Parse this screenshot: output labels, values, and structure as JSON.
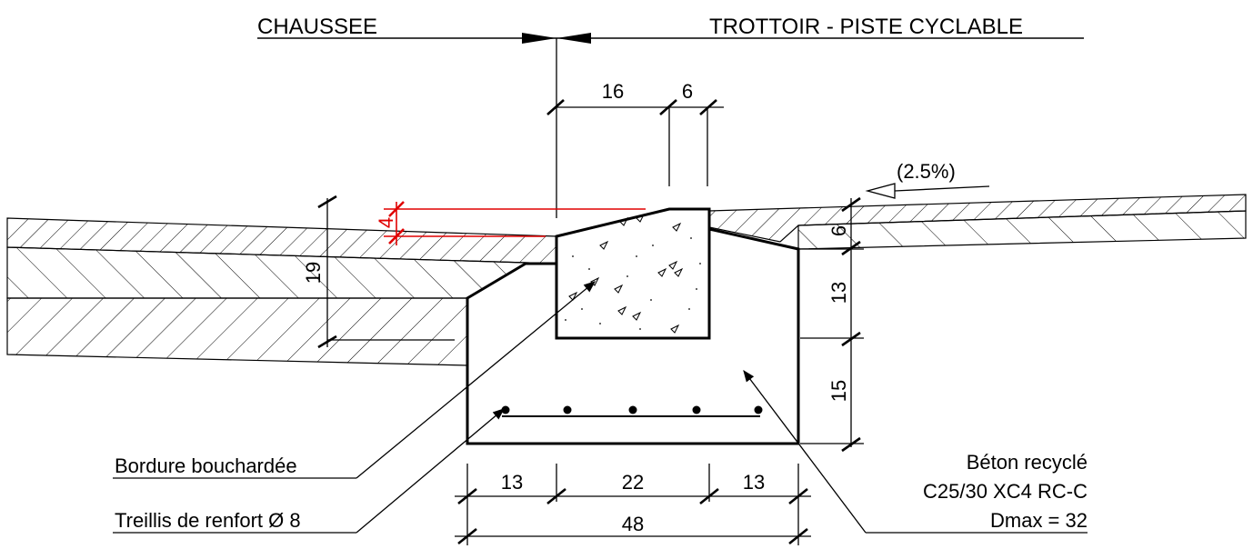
{
  "headers": {
    "left": "CHAUSSEE",
    "right": "TROTTOIR - PISTE CYCLABLE"
  },
  "dimensions": {
    "top_16": "16",
    "top_6": "6",
    "slope": "(2.5%)",
    "red_4": "4",
    "left_19": "19",
    "right_6": "6",
    "right_13": "13",
    "right_15": "15",
    "bottom_13_left": "13",
    "bottom_22": "22",
    "bottom_13_right": "13",
    "bottom_48": "48"
  },
  "callouts": {
    "bordure": "Bordure bouchardée",
    "treillis": "Treillis de renfort Ø 8",
    "beton_line1": "Béton recyclé",
    "beton_line2": "C25/30 XC4 RC-C",
    "beton_line3": "Dmax = 32"
  },
  "colors": {
    "line": "#000000",
    "annotation_red": "#e00000",
    "background": "#ffffff"
  }
}
